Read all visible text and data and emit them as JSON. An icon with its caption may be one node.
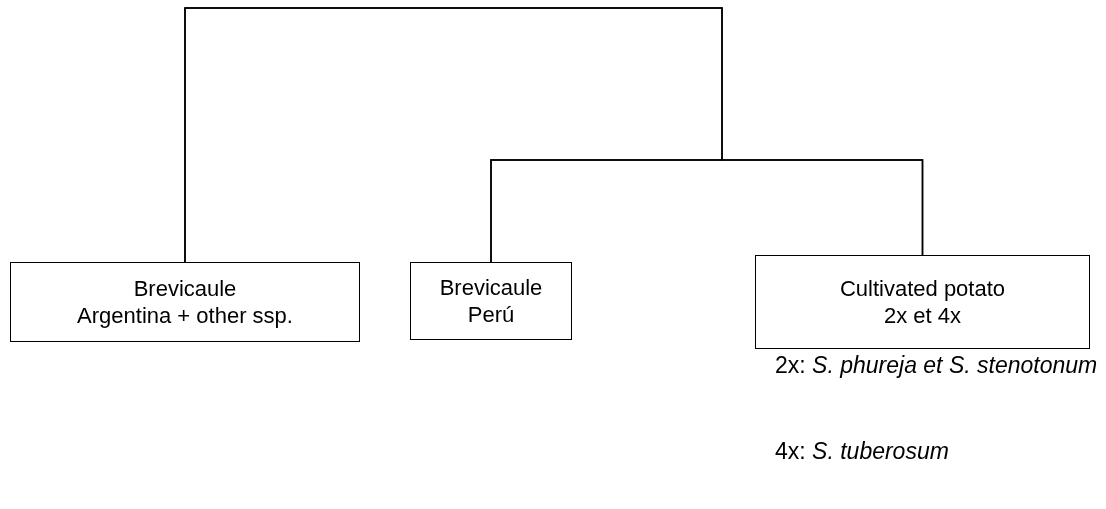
{
  "diagram": {
    "nodes": [
      {
        "text": [
          "Brevicaule",
          "Argentina + other ssp."
        ]
      },
      {
        "text": [
          "Brevicaule",
          "Perú"
        ]
      },
      {
        "text": [
          "Cultivated potato",
          "2x et 4x"
        ]
      }
    ],
    "edges": [
      {
        "from": 0,
        "to": 1,
        "arrow": "none"
      },
      {
        "from": 0,
        "to": 2,
        "arrow": "none"
      },
      {
        "from": 1,
        "to": 2,
        "arrow": "none"
      }
    ],
    "labels": [
      "2x: *S. phureja et S. stenotonum*",
      "4x: *S. tuberosum*"
    ]
  }
}
